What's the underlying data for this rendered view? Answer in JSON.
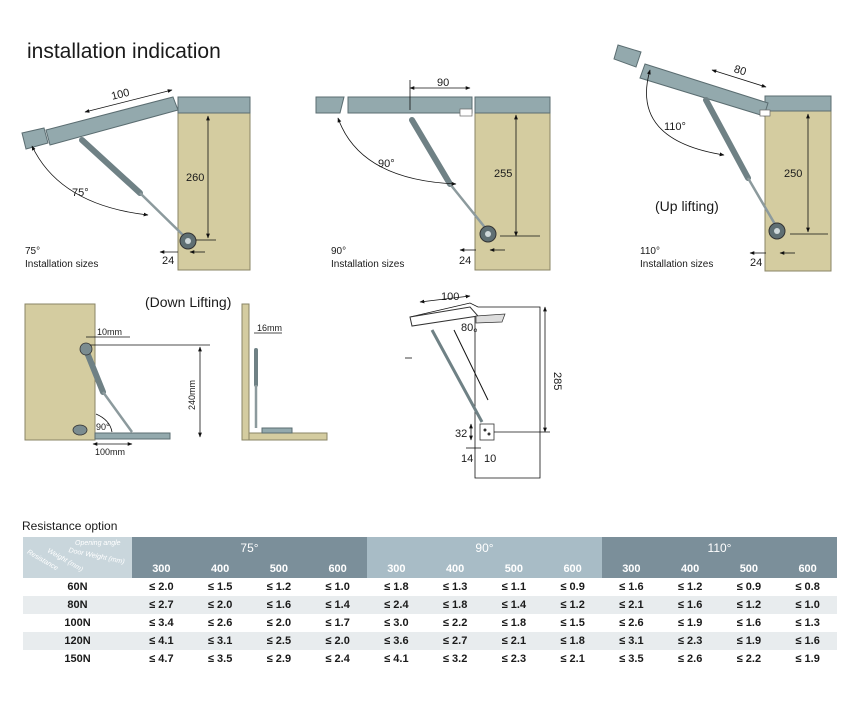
{
  "page_title": "installation indication",
  "figures": {
    "fig75": {
      "dim_top": "100",
      "dim_height": "260",
      "dim_offset": "24",
      "angle": "75°",
      "caption_line1": "75°",
      "caption_line2": "Installation sizes"
    },
    "fig90": {
      "dim_top": "90",
      "dim_height": "255",
      "dim_offset": "24",
      "angle": "90°",
      "caption_line1": "90°",
      "caption_line2": "Installation sizes"
    },
    "fig110": {
      "dim_top": "80",
      "dim_height": "250",
      "dim_offset": "24",
      "angle": "110°",
      "caption_line1": "110°",
      "caption_line2": "Installation sizes",
      "label": "(Up lifting)"
    },
    "down": {
      "label": "(Down Lifting)",
      "dim_10": "10mm",
      "dim_240": "240mm",
      "dim_90": "90°",
      "dim_100": "100mm",
      "dim_16": "16mm"
    },
    "bracket": {
      "dim_100": "100",
      "dim_80": "80。",
      "dim_285": "285",
      "dim_32": "32",
      "dim_14": "14",
      "dim_10": "10"
    }
  },
  "table": {
    "title": "Resistance option",
    "corner": {
      "opening_angle": "Opening angle",
      "door_weight": "Door Weight (mm)",
      "weight": "Weight (mm)",
      "resistance": "Resistance"
    },
    "angles": [
      "75°",
      "90°",
      "110°"
    ],
    "weights": [
      "300",
      "400",
      "500",
      "600",
      "300",
      "400",
      "500",
      "600",
      "300",
      "400",
      "500",
      "600"
    ],
    "rows": [
      {
        "label": "60N",
        "values": [
          "≤ 2.0",
          "≤ 1.5",
          "≤ 1.2",
          "≤ 1.0",
          "≤ 1.8",
          "≤ 1.3",
          "≤ 1.1",
          "≤ 0.9",
          "≤ 1.6",
          "≤ 1.2",
          "≤ 0.9",
          "≤ 0.8"
        ]
      },
      {
        "label": "80N",
        "values": [
          "≤ 2.7",
          "≤ 2.0",
          "≤ 1.6",
          "≤ 1.4",
          "≤ 2.4",
          "≤ 1.8",
          "≤ 1.4",
          "≤ 1.2",
          "≤ 2.1",
          "≤ 1.6",
          "≤ 1.2",
          "≤ 1.0"
        ]
      },
      {
        "label": "100N",
        "values": [
          "≤ 3.4",
          "≤ 2.6",
          "≤ 2.0",
          "≤ 1.7",
          "≤ 3.0",
          "≤ 2.2",
          "≤ 1.8",
          "≤ 1.5",
          "≤ 2.6",
          "≤ 1.9",
          "≤ 1.6",
          "≤ 1.3"
        ]
      },
      {
        "label": "120N",
        "values": [
          "≤ 4.1",
          "≤ 3.1",
          "≤ 2.5",
          "≤ 2.0",
          "≤ 3.6",
          "≤ 2.7",
          "≤ 2.1",
          "≤ 1.8",
          "≤ 3.1",
          "≤ 2.3",
          "≤ 1.9",
          "≤ 1.6"
        ]
      },
      {
        "label": "150N",
        "values": [
          "≤ 4.7",
          "≤ 3.5",
          "≤ 2.9",
          "≤ 2.4",
          "≤ 4.1",
          "≤ 3.2",
          "≤ 2.3",
          "≤ 2.1",
          "≤ 3.5",
          "≤ 2.6",
          "≤ 2.2",
          "≤ 1.9"
        ]
      }
    ]
  },
  "colors": {
    "cabinet": "#d4cca0",
    "door": "#93a9ad",
    "header_dark": "#7b8f9a",
    "header_light": "#a8bcc6"
  }
}
